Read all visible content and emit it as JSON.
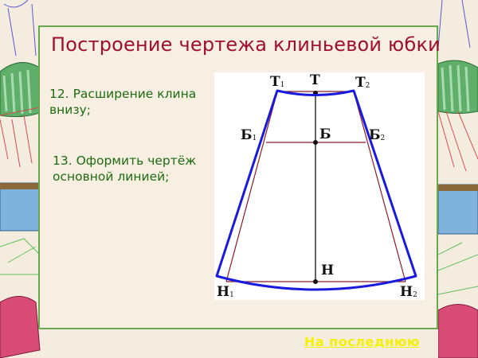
{
  "slide": {
    "title": "Построение чертежа клиньевой юбки",
    "steps": [
      {
        "text": "12. Расширение клина внизу;"
      },
      {
        "text": "13. Оформить чертёж основной линией;"
      }
    ],
    "diagram": {
      "points": {
        "T": {
          "label": "Т",
          "sub": ""
        },
        "T1": {
          "label": "Т",
          "sub": "1"
        },
        "T2": {
          "label": "Т",
          "sub": "2"
        },
        "B": {
          "label": "Б",
          "sub": ""
        },
        "B1": {
          "label": "Б",
          "sub": "1"
        },
        "B2": {
          "label": "Б",
          "sub": "2"
        },
        "H": {
          "label": "Н",
          "sub": ""
        },
        "H1": {
          "label": "Н",
          "sub": "1"
        },
        "H2": {
          "label": "Н",
          "sub": "2"
        }
      },
      "colors": {
        "outline": "#1a1adf",
        "construction": "#8b1a2a",
        "axis": "#111111"
      }
    },
    "nav_link": "На последнюю"
  },
  "colors": {
    "background": "#f5ece0",
    "panel": "#f6efe2",
    "panel_border": "#6aa84f",
    "title": "#a0102e",
    "step_text": "#1f6b12",
    "link": "#f4f000"
  }
}
